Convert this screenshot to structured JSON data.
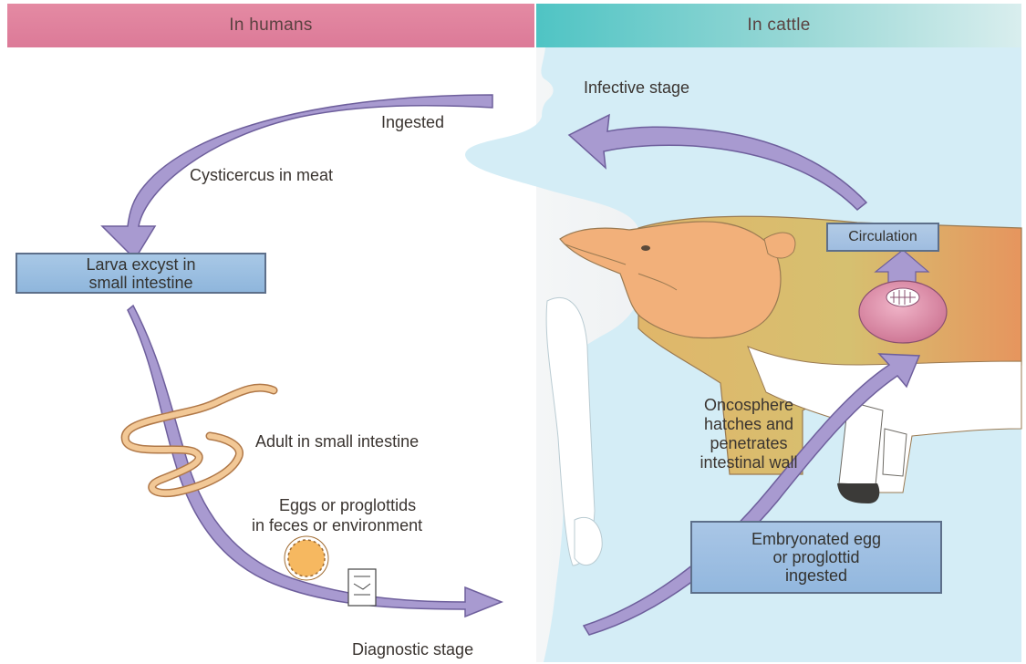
{
  "header": {
    "humans": "In humans",
    "cattle": "In cattle"
  },
  "labels": {
    "infective_stage": "Infective stage",
    "ingested": "Ingested",
    "cysticercus": "Cysticercus in meat",
    "adult": "Adult in small intestine",
    "eggs_line1": "Eggs or proglottids",
    "eggs_line2": "in feces or environment",
    "diagnostic_stage": "Diagnostic stage",
    "oncosphere": "Oncosphere\nhatches and\npenetrates\nintestinal wall"
  },
  "boxes": {
    "larva": "Larva excyst in\nsmall intestine",
    "circulation": "Circulation",
    "embryonated": "Embryonated egg\nor proglottid\ningested"
  },
  "colors": {
    "humans_header": "#e08aa2",
    "cattle_header": "#56c6c6",
    "arrow_fill": "#a89ad0",
    "arrow_stroke": "#6e5f9c",
    "box_fill": "#9dbde1",
    "box_border": "#5d6f8a",
    "human_silhouette": "#d6eef6",
    "cattle_background": "#e9ebed",
    "cow_head": "#f2b07a",
    "cow_body": "#e89560",
    "tapeworm": "#f2c896",
    "egg": "#f6b860",
    "cyst": "#d98aa6"
  }
}
